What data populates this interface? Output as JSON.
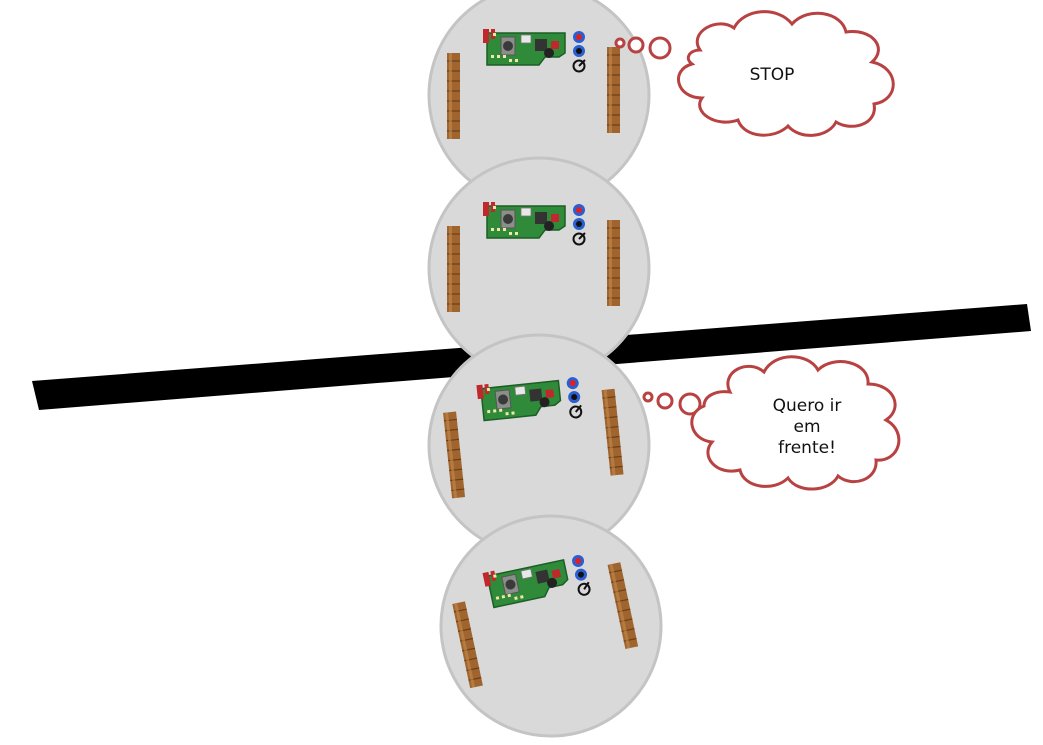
{
  "colors": {
    "line": "#000000",
    "robot_body": "#d9d9d9",
    "robot_border": "#c8c8c8",
    "pcb": "#2f8a3a",
    "wheel": "#a0652e",
    "bubble_border": "#b84141",
    "led_red": "#e02020",
    "led_blue": "#2a5fd1"
  },
  "bubbles": {
    "top": {
      "text": "STOP"
    },
    "middle": {
      "lines": [
        "Quero ir",
        "em",
        "frente!"
      ]
    }
  },
  "robots": [
    {
      "name": "robot-top",
      "icon": "line-follower-robot"
    },
    {
      "name": "robot-above-intersection",
      "icon": "line-follower-robot"
    },
    {
      "name": "robot-below-intersection",
      "icon": "line-follower-robot"
    },
    {
      "name": "robot-bottom",
      "icon": "line-follower-robot"
    }
  ]
}
